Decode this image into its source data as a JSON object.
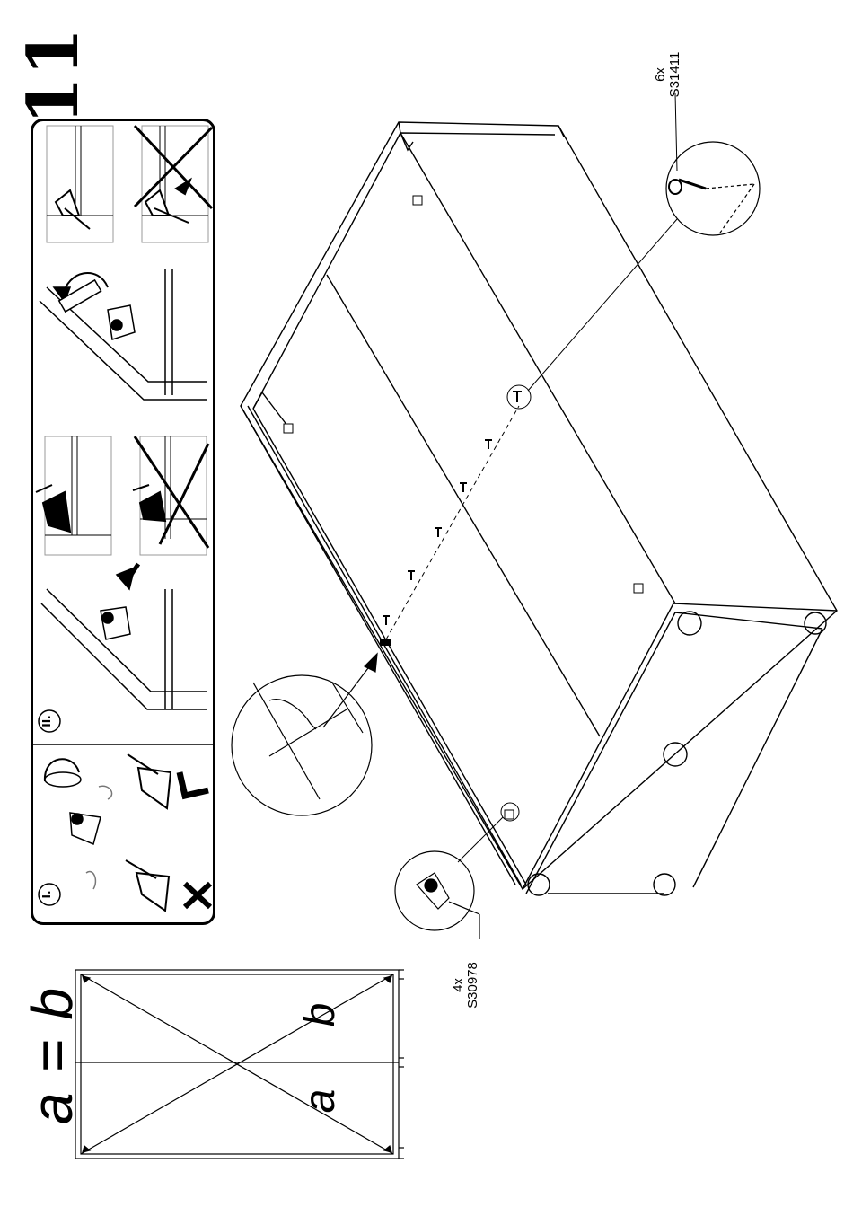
{
  "step": {
    "number": "11"
  },
  "hardware": [
    {
      "quantity": "6x",
      "code": "S31411"
    },
    {
      "quantity": "4x",
      "code": "S30978"
    }
  ],
  "panel": {
    "section_one_label": "I.",
    "section_two_label": "II."
  },
  "diagonal_check": {
    "equation": "a = b",
    "diag_a": "a",
    "diag_b": "b"
  }
}
